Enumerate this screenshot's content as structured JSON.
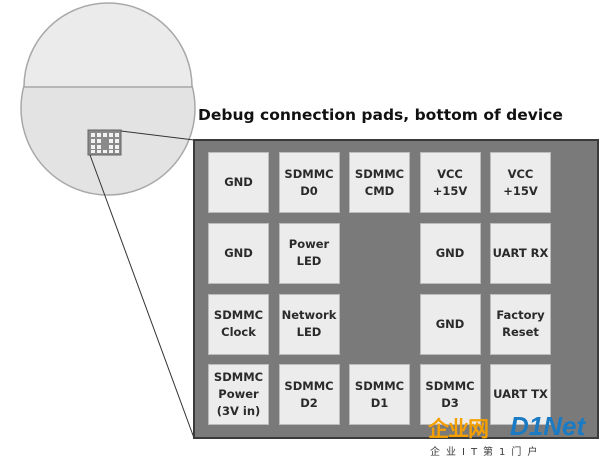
{
  "title": "Debug connection pads, bottom of device",
  "pads": [
    {
      "label": "GND",
      "col": 0,
      "row": 0
    },
    {
      "label": "SDMMC\nD0",
      "col": 1,
      "row": 0
    },
    {
      "label": "SDMMC\nCMD",
      "col": 2,
      "row": 0
    },
    {
      "label": "VCC\n+15V",
      "col": 3,
      "row": 0
    },
    {
      "label": "VCC\n+15V",
      "col": 4,
      "row": 0
    },
    {
      "label": "GND",
      "col": 0,
      "row": 1
    },
    {
      "label": "Power\nLED",
      "col": 1,
      "row": 1
    },
    {
      "label": "GND",
      "col": 3,
      "row": 1
    },
    {
      "label": "UART RX",
      "col": 4,
      "row": 1
    },
    {
      "label": "SDMMC\nClock",
      "col": 0,
      "row": 2
    },
    {
      "label": "Network\nLED",
      "col": 1,
      "row": 2
    },
    {
      "label": "GND",
      "col": 3,
      "row": 2
    },
    {
      "label": "Factory\nReset",
      "col": 4,
      "row": 2
    },
    {
      "label": "SDMMC\nPower\n(3V in)",
      "col": 0,
      "row": 3
    },
    {
      "label": "SDMMC\nD2",
      "col": 1,
      "row": 3
    },
    {
      "label": "SDMMC\nD1",
      "col": 2,
      "row": 3
    },
    {
      "label": "SDMMC\nD3",
      "col": 3,
      "row": 3
    },
    {
      "label": "UART TX",
      "col": 4,
      "row": 3
    }
  ],
  "colors": {
    "device_fill": "#e3e3e3",
    "device_stroke": "#a8a8a8",
    "board": "#7a7a7a",
    "pad": "#ececec",
    "pad_text": "#2a2a2a",
    "watermark_orange": "#f6a000",
    "watermark_blue": "#1a7bc4"
  },
  "watermark": {
    "cn": "企业网",
    "en": "D1Net",
    "sub": "企业IT第1门户"
  }
}
